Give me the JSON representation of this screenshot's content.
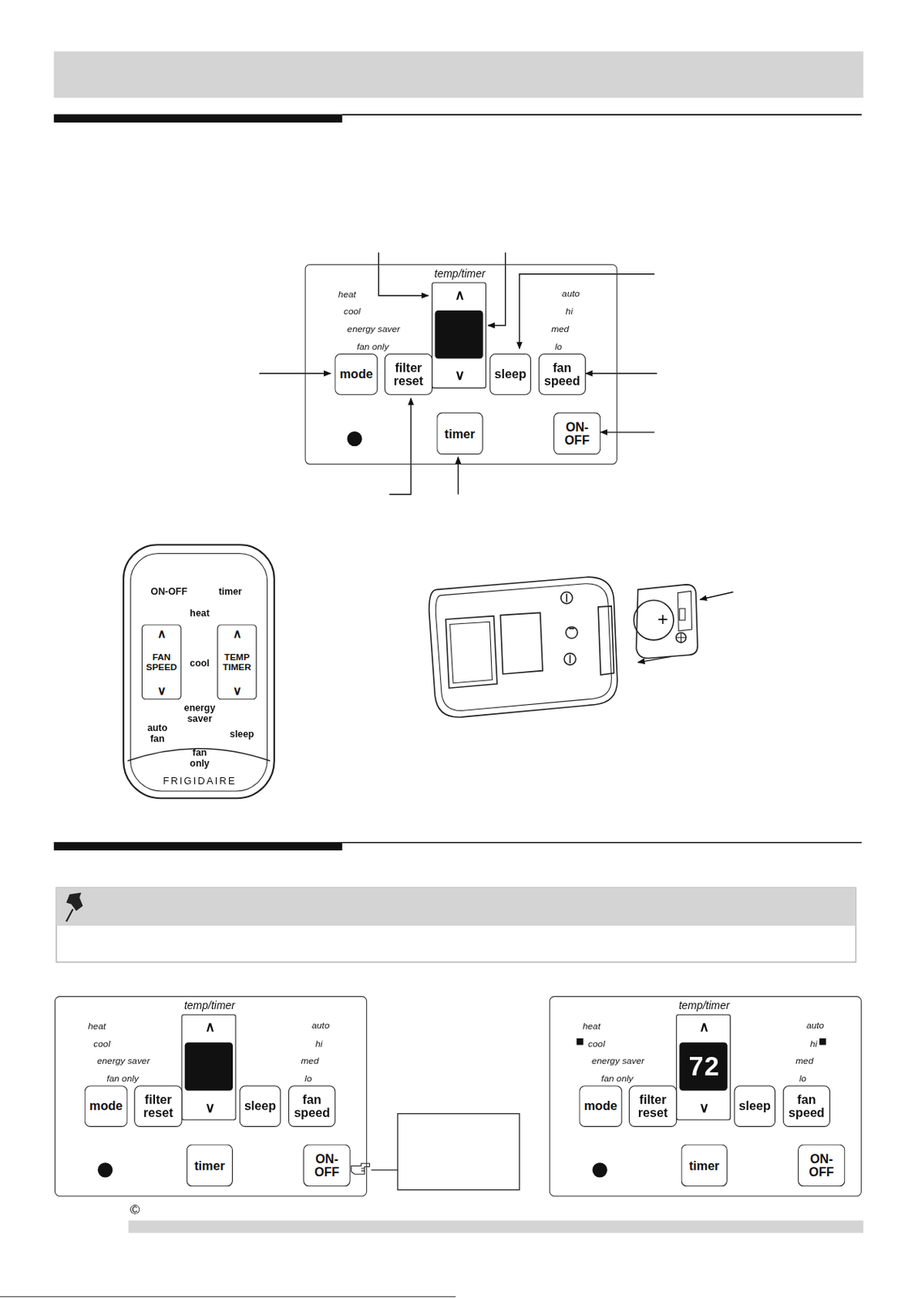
{
  "diagram": {
    "nodes": [
      {
        "text": [
          "heat",
          "cool",
          "energy saver",
          "fan only",
          "auto",
          "hi",
          "med",
          "lo"
        ]
      },
      {
        "text": [
          "temp/timer",
          "∧",
          "∨"
        ],
        "in": 0
      },
      {
        "text": [
          "mode"
        ],
        "in": 0
      },
      {
        "text": [
          "filter reset"
        ],
        "in": 0
      },
      {
        "text": [
          "sleep"
        ],
        "in": 0
      },
      {
        "text": [
          "fan speed"
        ],
        "in": 0
      },
      {
        "text": [
          "timer"
        ],
        "in": 0
      },
      {
        "text": [
          "ON- OFF"
        ],
        "in": 0
      },
      {
        "text": [
          "ON-OFF",
          "timer",
          "heat",
          "cool",
          "energy saver",
          "auto fan",
          "sleep",
          "fan only",
          "FRIGIDAIRE"
        ]
      },
      {
        "text": [
          "∧",
          "FAN SPEED",
          "∨"
        ],
        "in": 8
      },
      {
        "text": [
          "∧",
          "TEMP TIMER",
          "∨"
        ],
        "in": 8
      },
      {
        "text": [
          "heat",
          "cool",
          "energy saver",
          "fan only",
          "auto",
          "hi",
          "med",
          "lo"
        ]
      },
      {
        "text": [
          "temp/timer",
          "∧",
          "∨"
        ],
        "in": 11
      },
      {
        "text": [
          "mode"
        ],
        "in": 11
      },
      {
        "text": [
          "filter reset"
        ],
        "in": 11
      },
      {
        "text": [
          "sleep"
        ],
        "in": 11
      },
      {
        "text": [
          "fan speed"
        ],
        "in": 11
      },
      {
        "text": [
          "timer"
        ],
        "in": 11
      },
      {
        "text": [
          "ON- OFF"
        ],
        "in": 11
      },
      {
        "text": [
          "heat",
          "cool",
          "energy saver",
          "fan only",
          "auto",
          "hi",
          "med",
          "lo"
        ]
      },
      {
        "text": [
          "temp/timer",
          "∧",
          "72",
          "∨"
        ],
        "in": 19
      },
      {
        "text": [
          "mode"
        ],
        "in": 19
      },
      {
        "text": [
          "filter reset"
        ],
        "in": 19
      },
      {
        "text": [
          "sleep"
        ],
        "in": 19
      },
      {
        "text": [
          "fan speed"
        ],
        "in": 19
      },
      {
        "text": [
          "timer"
        ],
        "in": 19
      },
      {
        "text": [
          "ON- OFF"
        ],
        "in": 19
      }
    ],
    "labels": [
      "+",
      "©"
    ]
  }
}
